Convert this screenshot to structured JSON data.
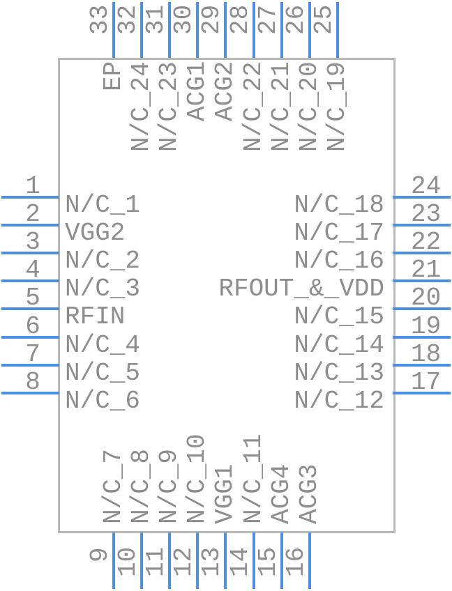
{
  "diagram": {
    "type": "schematic-symbol-pinout",
    "pin_count": 33
  },
  "colors": {
    "background": "#ffffff",
    "pin_line": "#4a90e8",
    "text": "#8d8d8d",
    "body_border": "#b9b9b9",
    "body_fill": "#ffffff"
  },
  "pins": {
    "top": [
      {
        "number": "33",
        "name": "EP"
      },
      {
        "number": "32",
        "name": "N/C_24"
      },
      {
        "number": "31",
        "name": "N/C_23"
      },
      {
        "number": "30",
        "name": "ACG1"
      },
      {
        "number": "29",
        "name": "ACG2"
      },
      {
        "number": "28",
        "name": "N/C_22"
      },
      {
        "number": "27",
        "name": "N/C_21"
      },
      {
        "number": "26",
        "name": "N/C_20"
      },
      {
        "number": "25",
        "name": "N/C_19"
      }
    ],
    "left": [
      {
        "number": "1",
        "name": "N/C_1"
      },
      {
        "number": "2",
        "name": "VGG2"
      },
      {
        "number": "3",
        "name": "N/C_2"
      },
      {
        "number": "4",
        "name": "N/C_3"
      },
      {
        "number": "5",
        "name": "RFIN"
      },
      {
        "number": "6",
        "name": "N/C_4"
      },
      {
        "number": "7",
        "name": "N/C_5"
      },
      {
        "number": "8",
        "name": "N/C_6"
      }
    ],
    "right": [
      {
        "number": "24",
        "name": "N/C_18"
      },
      {
        "number": "23",
        "name": "N/C_17"
      },
      {
        "number": "22",
        "name": "N/C_16"
      },
      {
        "number": "21",
        "name": "RFOUT_&_VDD"
      },
      {
        "number": "20",
        "name": "N/C_15"
      },
      {
        "number": "19",
        "name": "N/C_14"
      },
      {
        "number": "18",
        "name": "N/C_13"
      },
      {
        "number": "17",
        "name": "N/C_12"
      }
    ],
    "bottom": [
      {
        "number": "9",
        "name": "N/C_7"
      },
      {
        "number": "10",
        "name": "N/C_8"
      },
      {
        "number": "11",
        "name": "N/C_9"
      },
      {
        "number": "12",
        "name": "N/C_10"
      },
      {
        "number": "13",
        "name": "VGG1"
      },
      {
        "number": "14",
        "name": "N/C_11"
      },
      {
        "number": "15",
        "name": "ACG4"
      },
      {
        "number": "16",
        "name": "ACG3"
      }
    ]
  }
}
